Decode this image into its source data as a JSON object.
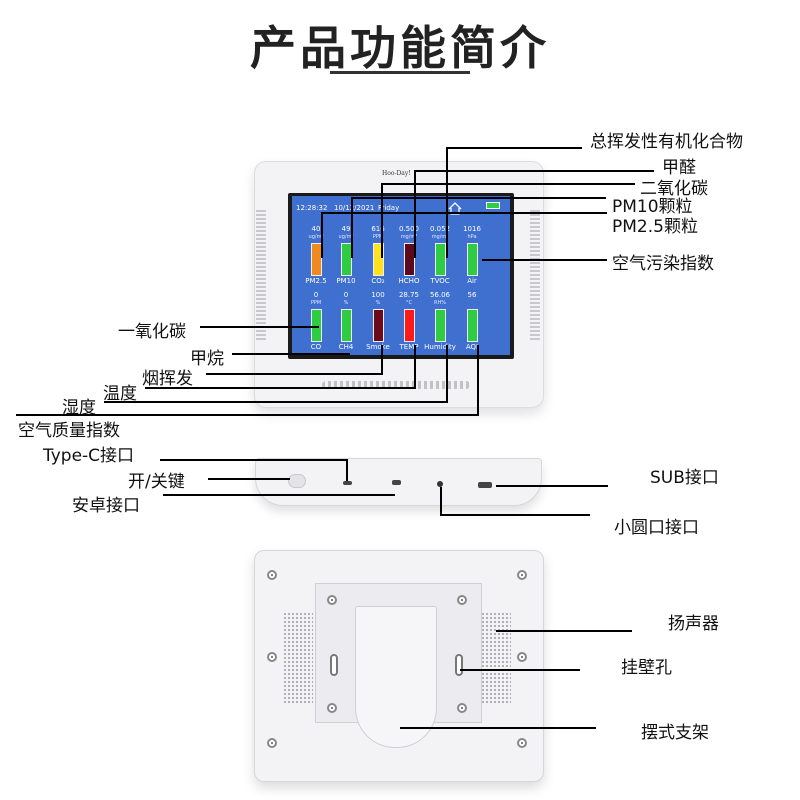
{
  "title": "产品功能简介",
  "front_labels": {
    "tvoc_name": "总挥发性有机化合物",
    "hcho_name": "甲醛",
    "co2_name": "二氧化碳",
    "pm10_name": "PM10颗粒",
    "pm25_name": "PM2.5颗粒",
    "aqi_air": "空气污染指数",
    "co_name": "一氧化碳",
    "ch4_name": "甲烷",
    "smoke_name": "烟挥发",
    "temp_name": "温度",
    "humidity_name": "湿度",
    "aqi_name": "空气质量指数"
  },
  "bottom_labels": {
    "typec": "Type-C接口",
    "power": "开/关键",
    "android": "安卓接口",
    "sub": "SUB接口",
    "round_port": "小圆口接口"
  },
  "back_labels": {
    "speaker": "扬声器",
    "wall_hole": "挂壁孔",
    "stand": "摆式支架"
  },
  "device": {
    "brand": "Hoo-Day!",
    "status": {
      "time": "12:28:32",
      "date": "10/12/2021",
      "day": "Friday"
    },
    "row1": [
      {
        "value": "40",
        "unit": "ug/m³",
        "name": "PM2.5",
        "color": "#f08a1e"
      },
      {
        "value": "49",
        "unit": "ug/m³",
        "name": "PM10",
        "color": "#2ecc40"
      },
      {
        "value": "616",
        "unit": "PPM",
        "name": "CO₂",
        "color": "#ffe21c"
      },
      {
        "value": "0.500",
        "unit": "mg/m³",
        "name": "HCHO",
        "color": "#5a0a1a"
      },
      {
        "value": "0.052",
        "unit": "mg/m³",
        "name": "TVOC",
        "color": "#2ecc40"
      },
      {
        "value": "1016",
        "unit": "hPa",
        "name": "Air",
        "color": "#2ecc40"
      }
    ],
    "row2": [
      {
        "value": "0",
        "unit": "PPM",
        "name": "CO",
        "color": "#2ecc40"
      },
      {
        "value": "0",
        "unit": "%",
        "name": "CH4",
        "color": "#2ecc40"
      },
      {
        "value": "100",
        "unit": "%",
        "name": "Smoke",
        "color": "#6a0a1a"
      },
      {
        "value": "28.75",
        "unit": "°C",
        "name": "TEMP",
        "color": "#ff1a1a"
      },
      {
        "value": "56.06",
        "unit": "RH%",
        "name": "Humidity",
        "color": "#2ecc40"
      },
      {
        "value": "56",
        "unit": "",
        "name": "AQI",
        "color": "#2ecc40"
      }
    ]
  }
}
